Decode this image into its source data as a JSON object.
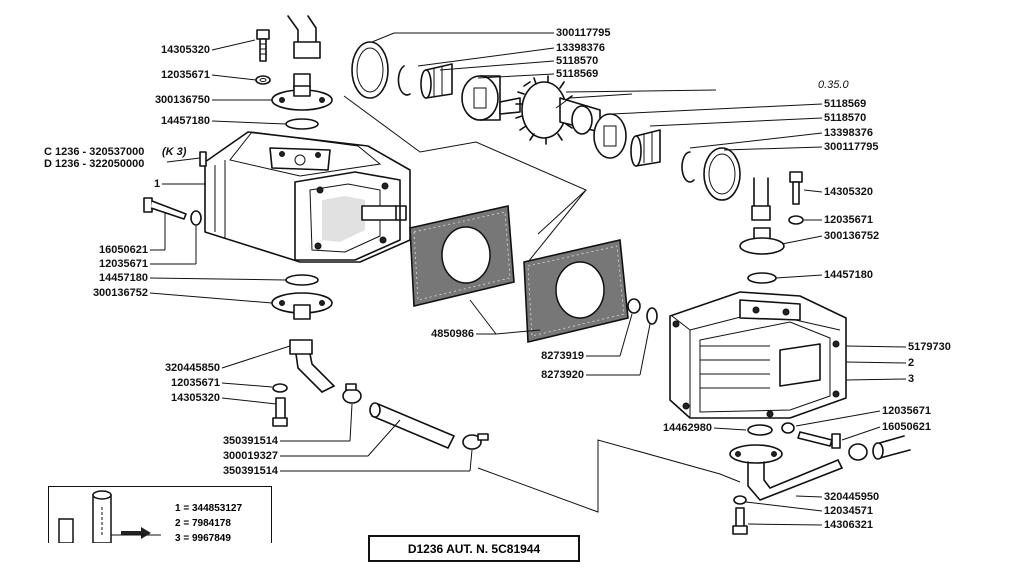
{
  "labels": {
    "p_14305320_a": "14305320",
    "p_12035671_a": "12035671",
    "p_300136750": "300136750",
    "p_14457180_a": "14457180",
    "p_c1236": "C 1236 - 320537000",
    "p_k3": "(K 3)",
    "p_d1236": "D 1236 - 322050000",
    "p_1_a": "1",
    "p_16050621_a": "16050621",
    "p_12035671_b": "12035671",
    "p_14457180_b": "14457180",
    "p_300136752_a": "300136752",
    "p_320445850": "320445850",
    "p_12035671_c": "12035671",
    "p_14305320_b": "14305320",
    "p_350391514_a": "350391514",
    "p_300019327": "300019327",
    "p_350391514_b": "350391514",
    "p_300117795_a": "300117795",
    "p_13398376_a": "13398376",
    "p_5118570_a": "5118570",
    "p_5118569_a": "5118569",
    "p_0350": "0.35.0",
    "p_5118569_b": "5118569",
    "p_5118570_b": "5118570",
    "p_13398376_b": "13398376",
    "p_300117795_b": "300117795",
    "p_14305320_c": "14305320",
    "p_12035671_d": "12035671",
    "p_300136752_b": "300136752",
    "p_14457180_c": "14457180",
    "p_4850986": "4850986",
    "p_8273919": "8273919",
    "p_8273920": "8273920",
    "p_5179730": "5179730",
    "p_2": "2",
    "p_3": "3",
    "p_12035671_e": "12035671",
    "p_14462980": "14462980",
    "p_16050621_b": "16050621",
    "p_320445950": "320445950",
    "p_12034571": "12034571",
    "p_14306321": "14306321"
  },
  "inset": {
    "line1": "1 = 344853127",
    "line2": "2 = 7984178",
    "line3": "3 = 9967849"
  },
  "footer": "D1236  AUT. N. 5C81944"
}
